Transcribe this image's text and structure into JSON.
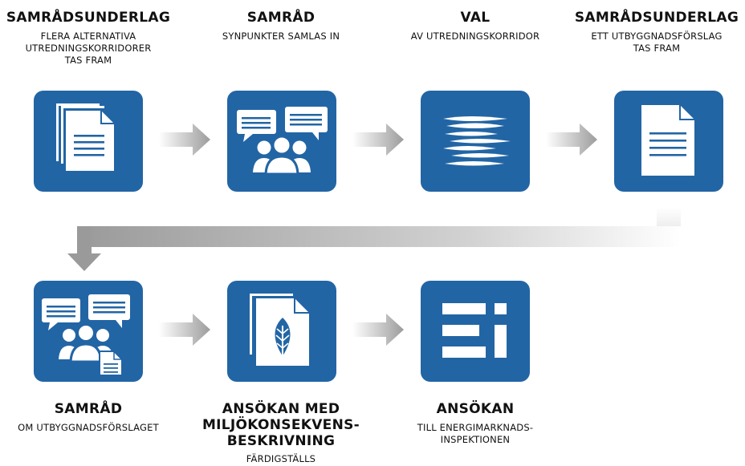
{
  "steps": [
    {
      "title": "SAMRÅDSUNDERLAG",
      "sub": [
        "FLERA ALTERNATIVA",
        "UTREDNINGSKORRIDORER",
        "TAS FRAM"
      ],
      "icon": "documents-icon"
    },
    {
      "title": "SAMRÅD",
      "sub": [
        "SYNPUNKTER SAMLAS IN"
      ],
      "icon": "consultation-icon"
    },
    {
      "title": "VAL",
      "sub": [
        "AV UTREDNINGSKORRIDOR"
      ],
      "icon": "corridor-icon"
    },
    {
      "title": "SAMRÅDSUNDERLAG",
      "sub": [
        "ETT UTBYGGNADSFÖRSLAG",
        "TAS FRAM"
      ],
      "icon": "document-icon"
    },
    {
      "title": "SAMRÅD",
      "sub": [
        "OM UTBYGGNADSFÖRSLAGET"
      ],
      "icon": "consultation-document-icon"
    },
    {
      "title": "ANSÖKAN MED MILJÖKONSEKVENS-BESKRIVNING",
      "title_lines": [
        "ANSÖKAN MED",
        "MILJÖKONSEKVENS-",
        "BESKRIVNING"
      ],
      "sub": [
        "FÄRDIGSTÄLLS"
      ],
      "icon": "leaf-document-icon"
    },
    {
      "title": "ANSÖKAN",
      "sub": [
        "TILL ENERGIMARKNADS-",
        "INSPEKTIONEN"
      ],
      "icon": "ei-logo-icon"
    }
  ],
  "colors": {
    "tile": "#2265a5",
    "arrow": "#a8a8a8",
    "text": "#111111"
  }
}
